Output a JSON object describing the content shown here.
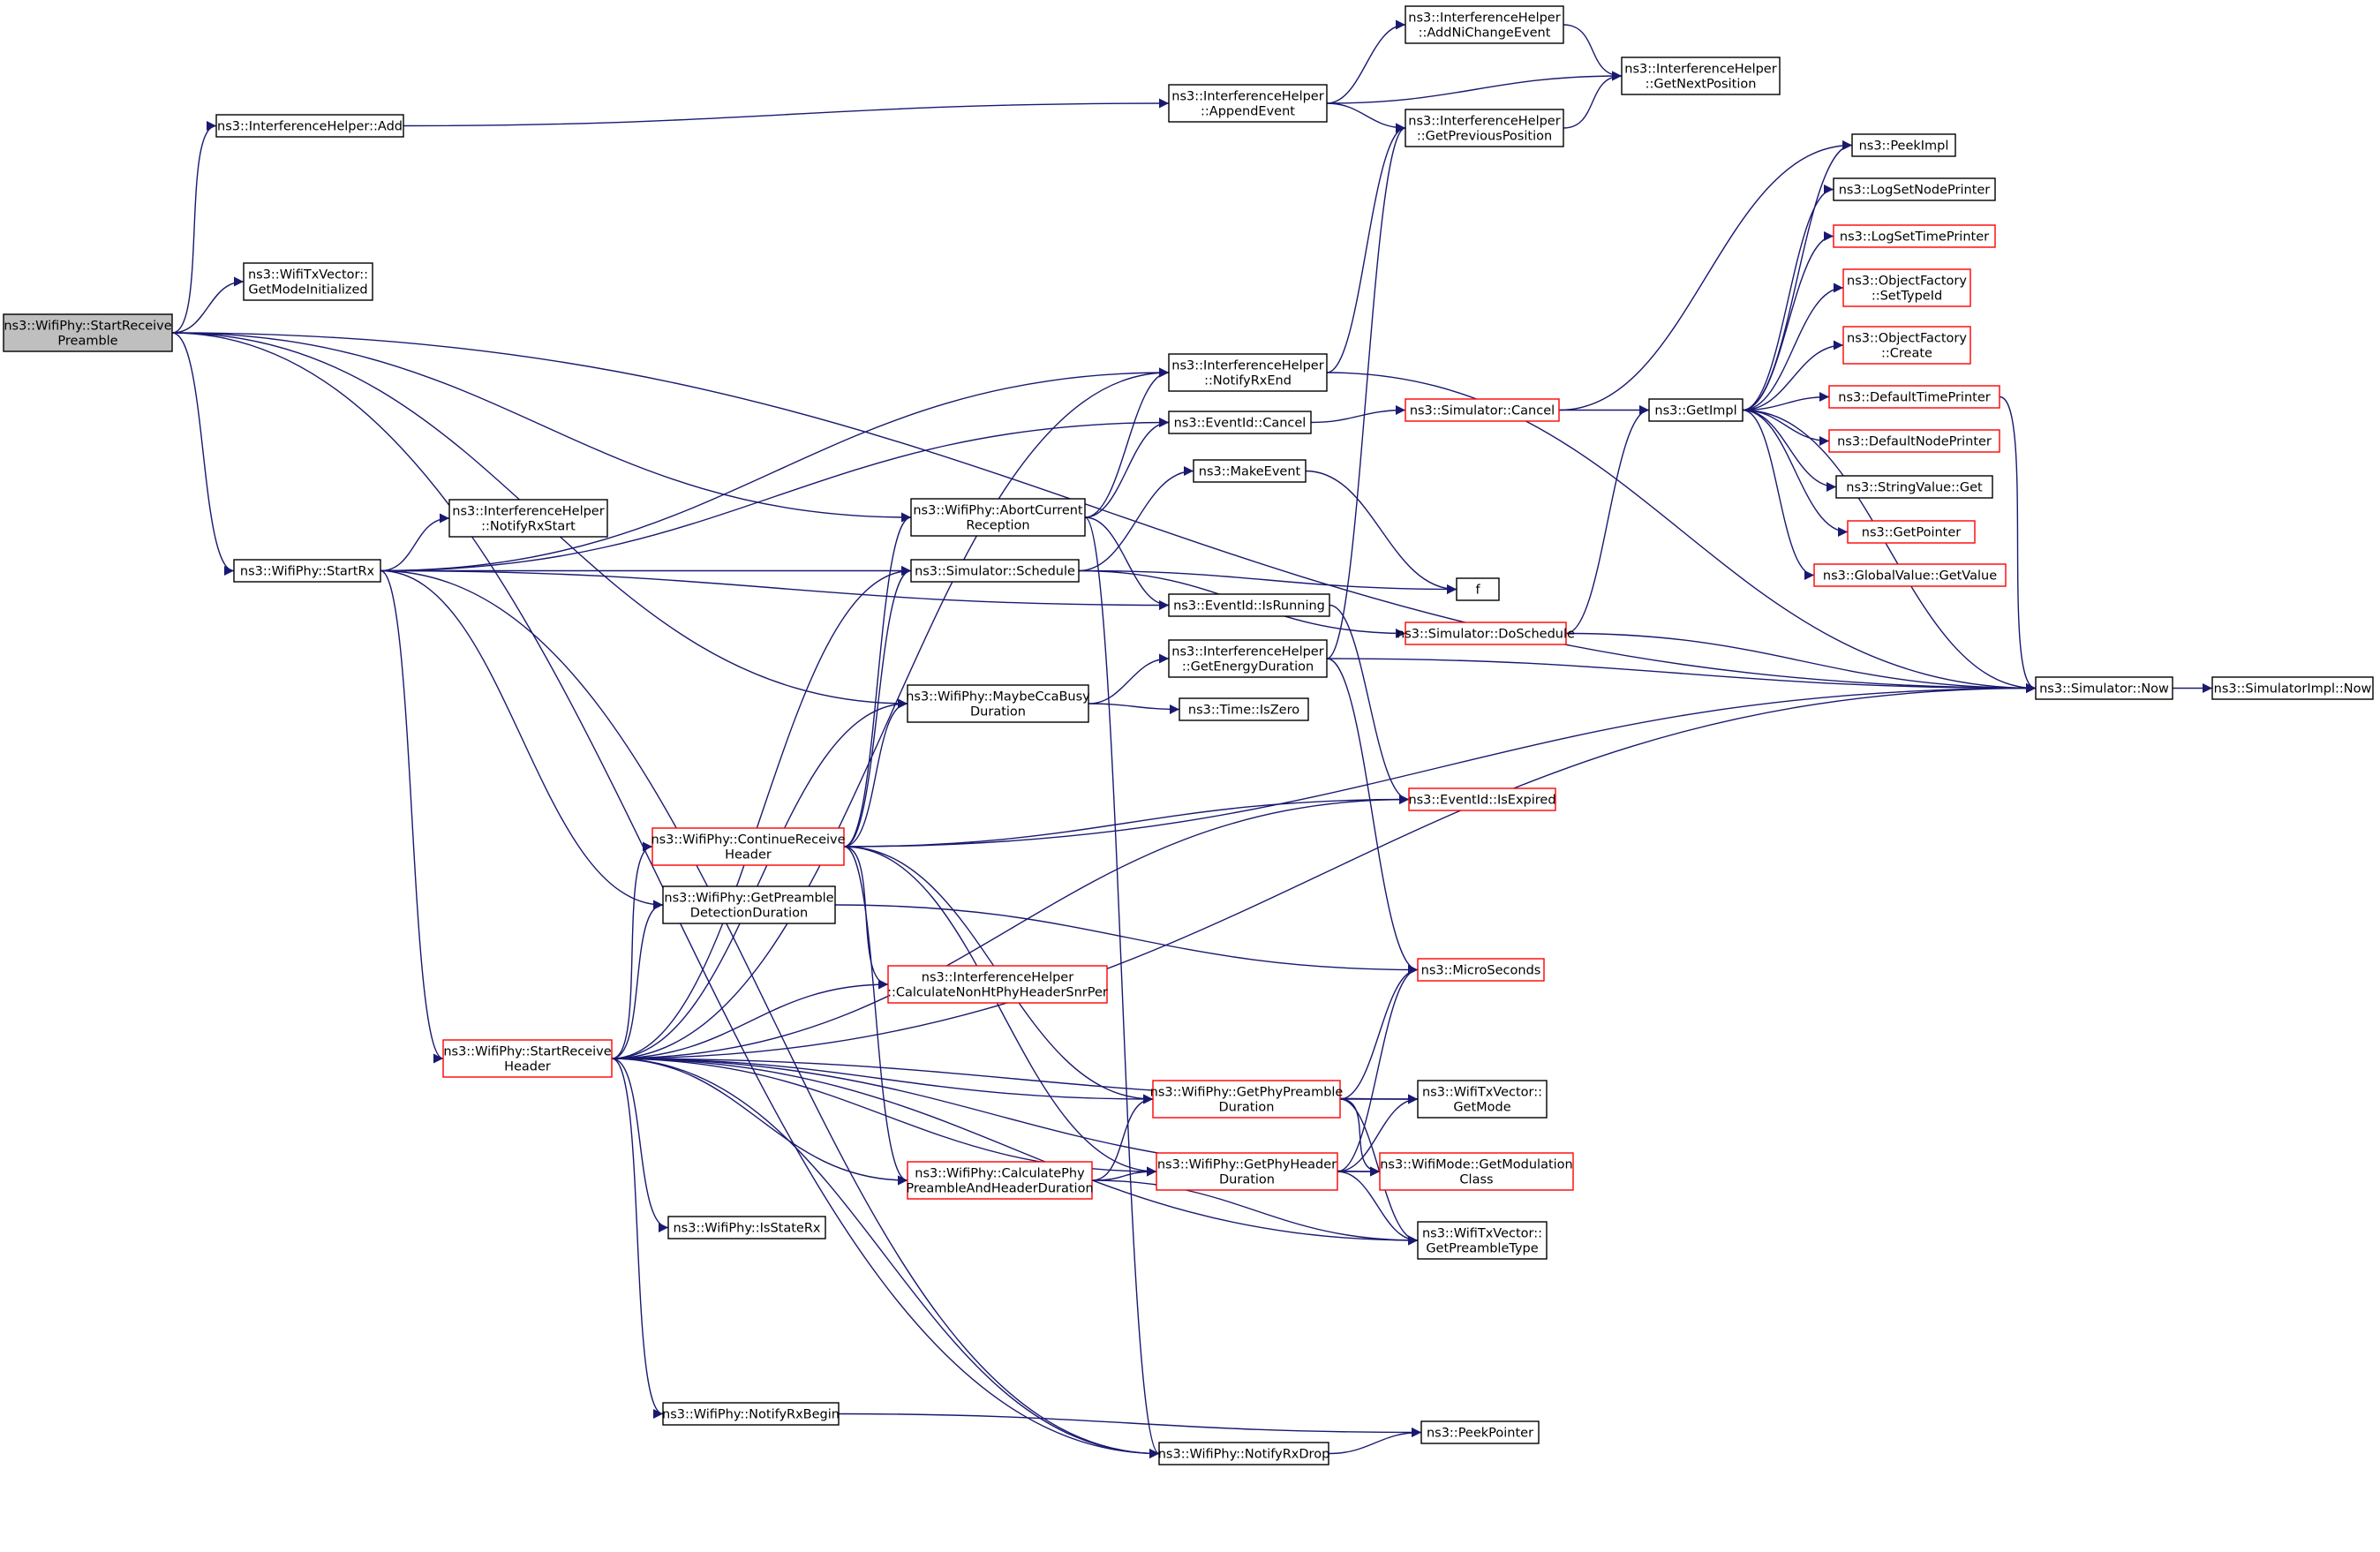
{
  "graph": {
    "title": "",
    "colors": {
      "edge": "#191970",
      "node_border": "#000000",
      "node_border_partial": "#ff0000",
      "focus_fill": "#bfbfbf",
      "node_fill": "#ffffff"
    },
    "nodes": [
      {
        "id": "startReceivePreamble",
        "lines": [
          "ns3::WifiPhy::StartReceive",
          "Preamble"
        ],
        "style": "focus"
      },
      {
        "id": "ihAdd",
        "lines": [
          "ns3::InterferenceHelper::Add"
        ],
        "style": "normal"
      },
      {
        "id": "txvGetModeInit",
        "lines": [
          "ns3::WifiTxVector::",
          "GetModeInitialized"
        ],
        "style": "normal"
      },
      {
        "id": "startRx",
        "lines": [
          "ns3::WifiPhy::StartRx"
        ],
        "style": "normal"
      },
      {
        "id": "notifyRxStart",
        "lines": [
          "ns3::InterferenceHelper",
          "::NotifyRxStart"
        ],
        "style": "normal"
      },
      {
        "id": "appendEvent",
        "lines": [
          "ns3::InterferenceHelper",
          "::AppendEvent"
        ],
        "style": "normal"
      },
      {
        "id": "addNiChange",
        "lines": [
          "ns3::InterferenceHelper",
          "::AddNiChangeEvent"
        ],
        "style": "normal"
      },
      {
        "id": "getNextPos",
        "lines": [
          "ns3::InterferenceHelper",
          "::GetNextPosition"
        ],
        "style": "normal"
      },
      {
        "id": "getPrevPos",
        "lines": [
          "ns3::InterferenceHelper",
          "::GetPreviousPosition"
        ],
        "style": "normal"
      },
      {
        "id": "notifyRxEnd",
        "lines": [
          "ns3::InterferenceHelper",
          "::NotifyRxEnd"
        ],
        "style": "normal"
      },
      {
        "id": "eventCancel",
        "lines": [
          "ns3::EventId::Cancel"
        ],
        "style": "normal"
      },
      {
        "id": "simCancel",
        "lines": [
          "ns3::Simulator::Cancel"
        ],
        "style": "partial"
      },
      {
        "id": "getImpl",
        "lines": [
          "ns3::GetImpl"
        ],
        "style": "normal"
      },
      {
        "id": "peekImpl",
        "lines": [
          "ns3::PeekImpl"
        ],
        "style": "normal"
      },
      {
        "id": "logSetNodePrinter",
        "lines": [
          "ns3::LogSetNodePrinter"
        ],
        "style": "normal"
      },
      {
        "id": "logSetTimePrinter",
        "lines": [
          "ns3::LogSetTimePrinter"
        ],
        "style": "partial"
      },
      {
        "id": "objFactSetTypeId",
        "lines": [
          "ns3::ObjectFactory",
          "::SetTypeId"
        ],
        "style": "partial"
      },
      {
        "id": "objFactCreate",
        "lines": [
          "ns3::ObjectFactory",
          "::Create"
        ],
        "style": "partial"
      },
      {
        "id": "defaultTimePrinter",
        "lines": [
          "ns3::DefaultTimePrinter"
        ],
        "style": "partial"
      },
      {
        "id": "defaultNodePrinter",
        "lines": [
          "ns3::DefaultNodePrinter"
        ],
        "style": "partial"
      },
      {
        "id": "stringValueGet",
        "lines": [
          "ns3::StringValue::Get"
        ],
        "style": "normal"
      },
      {
        "id": "getPointer",
        "lines": [
          "ns3::GetPointer"
        ],
        "style": "partial"
      },
      {
        "id": "globalValueGetValue",
        "lines": [
          "ns3::GlobalValue::GetValue"
        ],
        "style": "partial"
      },
      {
        "id": "abortCurrentReception",
        "lines": [
          "ns3::WifiPhy::AbortCurrent",
          "Reception"
        ],
        "style": "normal"
      },
      {
        "id": "makeEvent",
        "lines": [
          "ns3::MakeEvent"
        ],
        "style": "normal"
      },
      {
        "id": "simSchedule",
        "lines": [
          "ns3::Simulator::Schedule"
        ],
        "style": "normal"
      },
      {
        "id": "f",
        "lines": [
          "f"
        ],
        "style": "normal"
      },
      {
        "id": "eventIsRunning",
        "lines": [
          "ns3::EventId::IsRunning"
        ],
        "style": "normal"
      },
      {
        "id": "simDoSchedule",
        "lines": [
          "ns3::Simulator::DoSchedule"
        ],
        "style": "partial"
      },
      {
        "id": "getEnergyDuration",
        "lines": [
          "ns3::InterferenceHelper",
          "::GetEnergyDuration"
        ],
        "style": "normal"
      },
      {
        "id": "simNow",
        "lines": [
          "ns3::Simulator::Now"
        ],
        "style": "normal"
      },
      {
        "id": "simImplNow",
        "lines": [
          "ns3::SimulatorImpl::Now"
        ],
        "style": "normal"
      },
      {
        "id": "maybeCcaBusy",
        "lines": [
          "ns3::WifiPhy::MaybeCcaBusy",
          "Duration"
        ],
        "style": "normal"
      },
      {
        "id": "timeIsZero",
        "lines": [
          "ns3::Time::IsZero"
        ],
        "style": "normal"
      },
      {
        "id": "eventIsExpired",
        "lines": [
          "ns3::EventId::IsExpired"
        ],
        "style": "partial"
      },
      {
        "id": "continueReceiveHeader",
        "lines": [
          "ns3::WifiPhy::ContinueReceive",
          "Header"
        ],
        "style": "partial"
      },
      {
        "id": "getPreambleDetection",
        "lines": [
          "ns3::WifiPhy::GetPreamble",
          "DetectionDuration"
        ],
        "style": "normal"
      },
      {
        "id": "microSeconds",
        "lines": [
          "ns3::MicroSeconds"
        ],
        "style": "partial"
      },
      {
        "id": "calcNonHtSnrPer",
        "lines": [
          "ns3::InterferenceHelper",
          "::CalculateNonHtPhyHeaderSnrPer"
        ],
        "style": "partial"
      },
      {
        "id": "startReceiveHeader",
        "lines": [
          "ns3::WifiPhy::StartReceive",
          "Header"
        ],
        "style": "partial"
      },
      {
        "id": "getPhyPreambleDuration",
        "lines": [
          "ns3::WifiPhy::GetPhyPreamble",
          "Duration"
        ],
        "style": "partial"
      },
      {
        "id": "txvGetMode",
        "lines": [
          "ns3::WifiTxVector::",
          "GetMode"
        ],
        "style": "normal"
      },
      {
        "id": "calcPhyPreambleHeader",
        "lines": [
          "ns3::WifiPhy::CalculatePhy",
          "PreambleAndHeaderDuration"
        ],
        "style": "partial"
      },
      {
        "id": "getPhyHeaderDuration",
        "lines": [
          "ns3::WifiPhy::GetPhyHeader",
          "Duration"
        ],
        "style": "partial"
      },
      {
        "id": "getModulationClass",
        "lines": [
          "ns3::WifiMode::GetModulation",
          "Class"
        ],
        "style": "partial"
      },
      {
        "id": "txvGetPreambleType",
        "lines": [
          "ns3::WifiTxVector::",
          "GetPreambleType"
        ],
        "style": "normal"
      },
      {
        "id": "isStateRx",
        "lines": [
          "ns3::WifiPhy::IsStateRx"
        ],
        "style": "normal"
      },
      {
        "id": "notifyRxBegin",
        "lines": [
          "ns3::WifiPhy::NotifyRxBegin"
        ],
        "style": "normal"
      },
      {
        "id": "peekPointer",
        "lines": [
          "ns3::PeekPointer"
        ],
        "style": "normal"
      },
      {
        "id": "notifyRxDrop",
        "lines": [
          "ns3::WifiPhy::NotifyRxDrop"
        ],
        "style": "normal"
      }
    ],
    "edges": [
      [
        "startReceivePreamble",
        "ihAdd"
      ],
      [
        "startReceivePreamble",
        "txvGetModeInit"
      ],
      [
        "startReceivePreamble",
        "simNow"
      ],
      [
        "startReceivePreamble",
        "abortCurrentReception"
      ],
      [
        "startReceivePreamble",
        "startRx"
      ],
      [
        "startReceivePreamble",
        "maybeCcaBusy"
      ],
      [
        "startReceivePreamble",
        "notifyRxDrop"
      ],
      [
        "ihAdd",
        "appendEvent"
      ],
      [
        "appendEvent",
        "addNiChange"
      ],
      [
        "appendEvent",
        "getNextPos"
      ],
      [
        "appendEvent",
        "getPrevPos"
      ],
      [
        "addNiChange",
        "getNextPos"
      ],
      [
        "getPrevPos",
        "getNextPos"
      ],
      [
        "startRx",
        "notifyRxEnd"
      ],
      [
        "startRx",
        "eventCancel"
      ],
      [
        "startRx",
        "notifyRxStart"
      ],
      [
        "startRx",
        "simSchedule"
      ],
      [
        "startRx",
        "eventIsRunning"
      ],
      [
        "startRx",
        "getPreambleDetection"
      ],
      [
        "startRx",
        "startReceiveHeader"
      ],
      [
        "startRx",
        "notifyRxDrop"
      ],
      [
        "notifyRxEnd",
        "getPrevPos"
      ],
      [
        "notifyRxEnd",
        "simNow"
      ],
      [
        "eventCancel",
        "simCancel"
      ],
      [
        "simCancel",
        "peekImpl"
      ],
      [
        "simCancel",
        "getImpl"
      ],
      [
        "getImpl",
        "peekImpl"
      ],
      [
        "getImpl",
        "logSetNodePrinter"
      ],
      [
        "getImpl",
        "logSetTimePrinter"
      ],
      [
        "getImpl",
        "objFactSetTypeId"
      ],
      [
        "getImpl",
        "objFactCreate"
      ],
      [
        "getImpl",
        "defaultTimePrinter"
      ],
      [
        "getImpl",
        "defaultNodePrinter"
      ],
      [
        "getImpl",
        "stringValueGet"
      ],
      [
        "getImpl",
        "getPointer"
      ],
      [
        "getImpl",
        "globalValueGetValue"
      ],
      [
        "getImpl",
        "simNow"
      ],
      [
        "defaultTimePrinter",
        "simNow"
      ],
      [
        "abortCurrentReception",
        "notifyRxEnd"
      ],
      [
        "abortCurrentReception",
        "eventCancel"
      ],
      [
        "abortCurrentReception",
        "eventIsRunning"
      ],
      [
        "abortCurrentReception",
        "notifyRxDrop"
      ],
      [
        "simSchedule",
        "makeEvent"
      ],
      [
        "simSchedule",
        "f"
      ],
      [
        "simSchedule",
        "simDoSchedule"
      ],
      [
        "makeEvent",
        "f"
      ],
      [
        "simDoSchedule",
        "getImpl"
      ],
      [
        "simDoSchedule",
        "simNow"
      ],
      [
        "eventIsRunning",
        "eventIsExpired"
      ],
      [
        "getEnergyDuration",
        "getPrevPos"
      ],
      [
        "getEnergyDuration",
        "simNow"
      ],
      [
        "getEnergyDuration",
        "microSeconds"
      ],
      [
        "simNow",
        "simImplNow"
      ],
      [
        "maybeCcaBusy",
        "getEnergyDuration"
      ],
      [
        "maybeCcaBusy",
        "timeIsZero"
      ],
      [
        "continueReceiveHeader",
        "abortCurrentReception"
      ],
      [
        "continueReceiveHeader",
        "simSchedule"
      ],
      [
        "continueReceiveHeader",
        "maybeCcaBusy"
      ],
      [
        "continueReceiveHeader",
        "eventIsExpired"
      ],
      [
        "continueReceiveHeader",
        "simNow"
      ],
      [
        "continueReceiveHeader",
        "calcNonHtSnrPer"
      ],
      [
        "continueReceiveHeader",
        "getPhyPreambleDuration"
      ],
      [
        "continueReceiveHeader",
        "calcPhyPreambleHeader"
      ],
      [
        "continueReceiveHeader",
        "getPhyHeaderDuration"
      ],
      [
        "getPreambleDetection",
        "microSeconds"
      ],
      [
        "startReceiveHeader",
        "notifyRxEnd"
      ],
      [
        "startReceiveHeader",
        "simSchedule"
      ],
      [
        "startReceiveHeader",
        "maybeCcaBusy"
      ],
      [
        "startReceiveHeader",
        "eventIsExpired"
      ],
      [
        "startReceiveHeader",
        "continueReceiveHeader"
      ],
      [
        "startReceiveHeader",
        "getPreambleDetection"
      ],
      [
        "startReceiveHeader",
        "calcNonHtSnrPer"
      ],
      [
        "startReceiveHeader",
        "txvGetMode"
      ],
      [
        "startReceiveHeader",
        "getPhyPreambleDuration"
      ],
      [
        "startReceiveHeader",
        "calcPhyPreambleHeader"
      ],
      [
        "startReceiveHeader",
        "getPhyHeaderDuration"
      ],
      [
        "startReceiveHeader",
        "getModulationClass"
      ],
      [
        "startReceiveHeader",
        "txvGetPreambleType"
      ],
      [
        "startReceiveHeader",
        "isStateRx"
      ],
      [
        "startReceiveHeader",
        "notifyRxBegin"
      ],
      [
        "startReceiveHeader",
        "notifyRxDrop"
      ],
      [
        "startReceiveHeader",
        "simNow"
      ],
      [
        "getPhyPreambleDuration",
        "microSeconds"
      ],
      [
        "getPhyPreambleDuration",
        "txvGetMode"
      ],
      [
        "getPhyPreambleDuration",
        "getModulationClass"
      ],
      [
        "getPhyPreambleDuration",
        "txvGetPreambleType"
      ],
      [
        "calcPhyPreambleHeader",
        "getPhyPreambleDuration"
      ],
      [
        "calcPhyPreambleHeader",
        "getPhyHeaderDuration"
      ],
      [
        "calcPhyPreambleHeader",
        "txvGetPreambleType"
      ],
      [
        "getPhyHeaderDuration",
        "microSeconds"
      ],
      [
        "getPhyHeaderDuration",
        "txvGetMode"
      ],
      [
        "getPhyHeaderDuration",
        "getModulationClass"
      ],
      [
        "getPhyHeaderDuration",
        "txvGetPreambleType"
      ],
      [
        "notifyRxBegin",
        "peekPointer"
      ],
      [
        "notifyRxDrop",
        "peekPointer"
      ]
    ]
  }
}
